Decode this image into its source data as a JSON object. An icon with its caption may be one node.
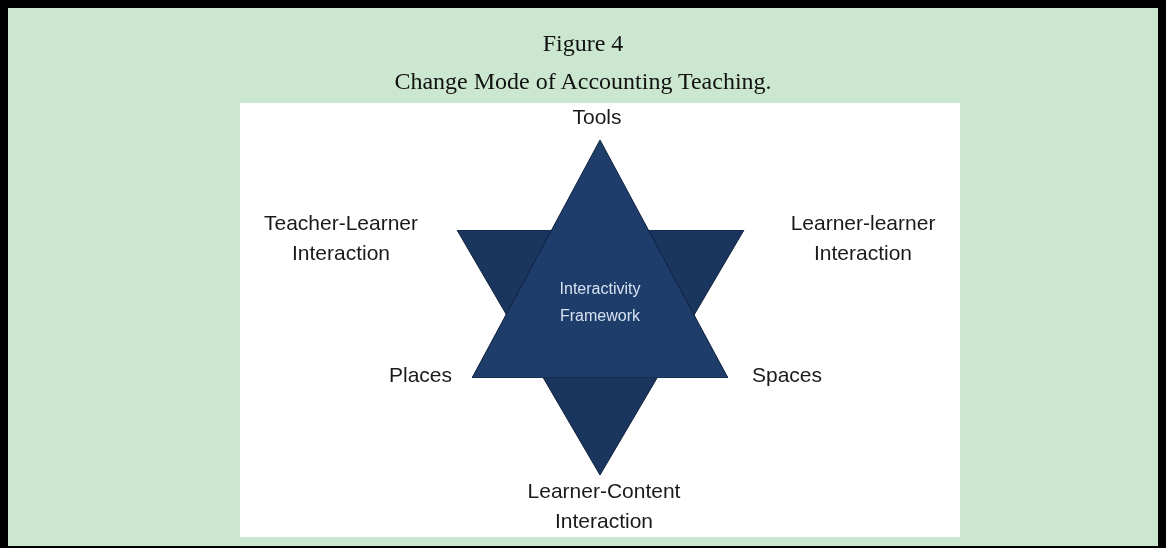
{
  "diagram": {
    "title": "Figure 4",
    "caption": "Change Mode of Accounting Teaching.",
    "nodes": [
      {
        "text": [
          "Interactivity Framework"
        ]
      }
    ],
    "edges": [],
    "labels": [
      "Tools",
      "Teacher-Learner Interaction",
      "Learner-learner Interaction",
      "Places",
      "Spaces",
      "Learner-Content Interaction"
    ]
  }
}
